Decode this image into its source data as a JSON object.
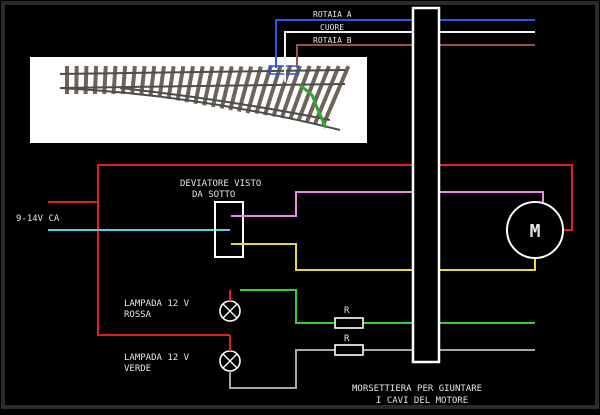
{
  "colors": {
    "background": "#000000",
    "frame": "#2b2b2b",
    "wire_red": "#e0221e",
    "wire_blue": "#2f54e8",
    "wire_white": "#f2f2f2",
    "wire_brown": "#9c4f4f",
    "wire_pink": "#e78be7",
    "wire_cyan": "#56d0e6",
    "wire_yellow": "#e9d83c",
    "wire_green": "#2fd22f",
    "wire_gray": "#a6a6a6",
    "outline": "#ffffff"
  },
  "labels": {
    "rotaia_a": "ROTAIA A",
    "cuore": "CUORE",
    "rotaia_b": "ROTAIA B",
    "deviatore_line1": "DEVIATORE VISTO",
    "deviatore_line2": "DA SOTTO",
    "power_supply": "9-14V CA",
    "lamp_red_line1": "LAMPADA 12 V",
    "lamp_red_line2": "ROSSA",
    "lamp_green_line1": "LAMPADA 12 V",
    "lamp_green_line2": "VERDE",
    "resistor_top": "R",
    "resistor_bottom": "R",
    "motor": "M",
    "terminal_line1": "MORSETTIERA PER GIUNTARE",
    "terminal_line2": "I CAVI DEL MOTORE"
  },
  "icons": {
    "turnout_photo": "railway-turnout-photo-icon",
    "lamp_red": "lamp-icon",
    "lamp_green": "lamp-icon",
    "motor": "motor-icon"
  }
}
